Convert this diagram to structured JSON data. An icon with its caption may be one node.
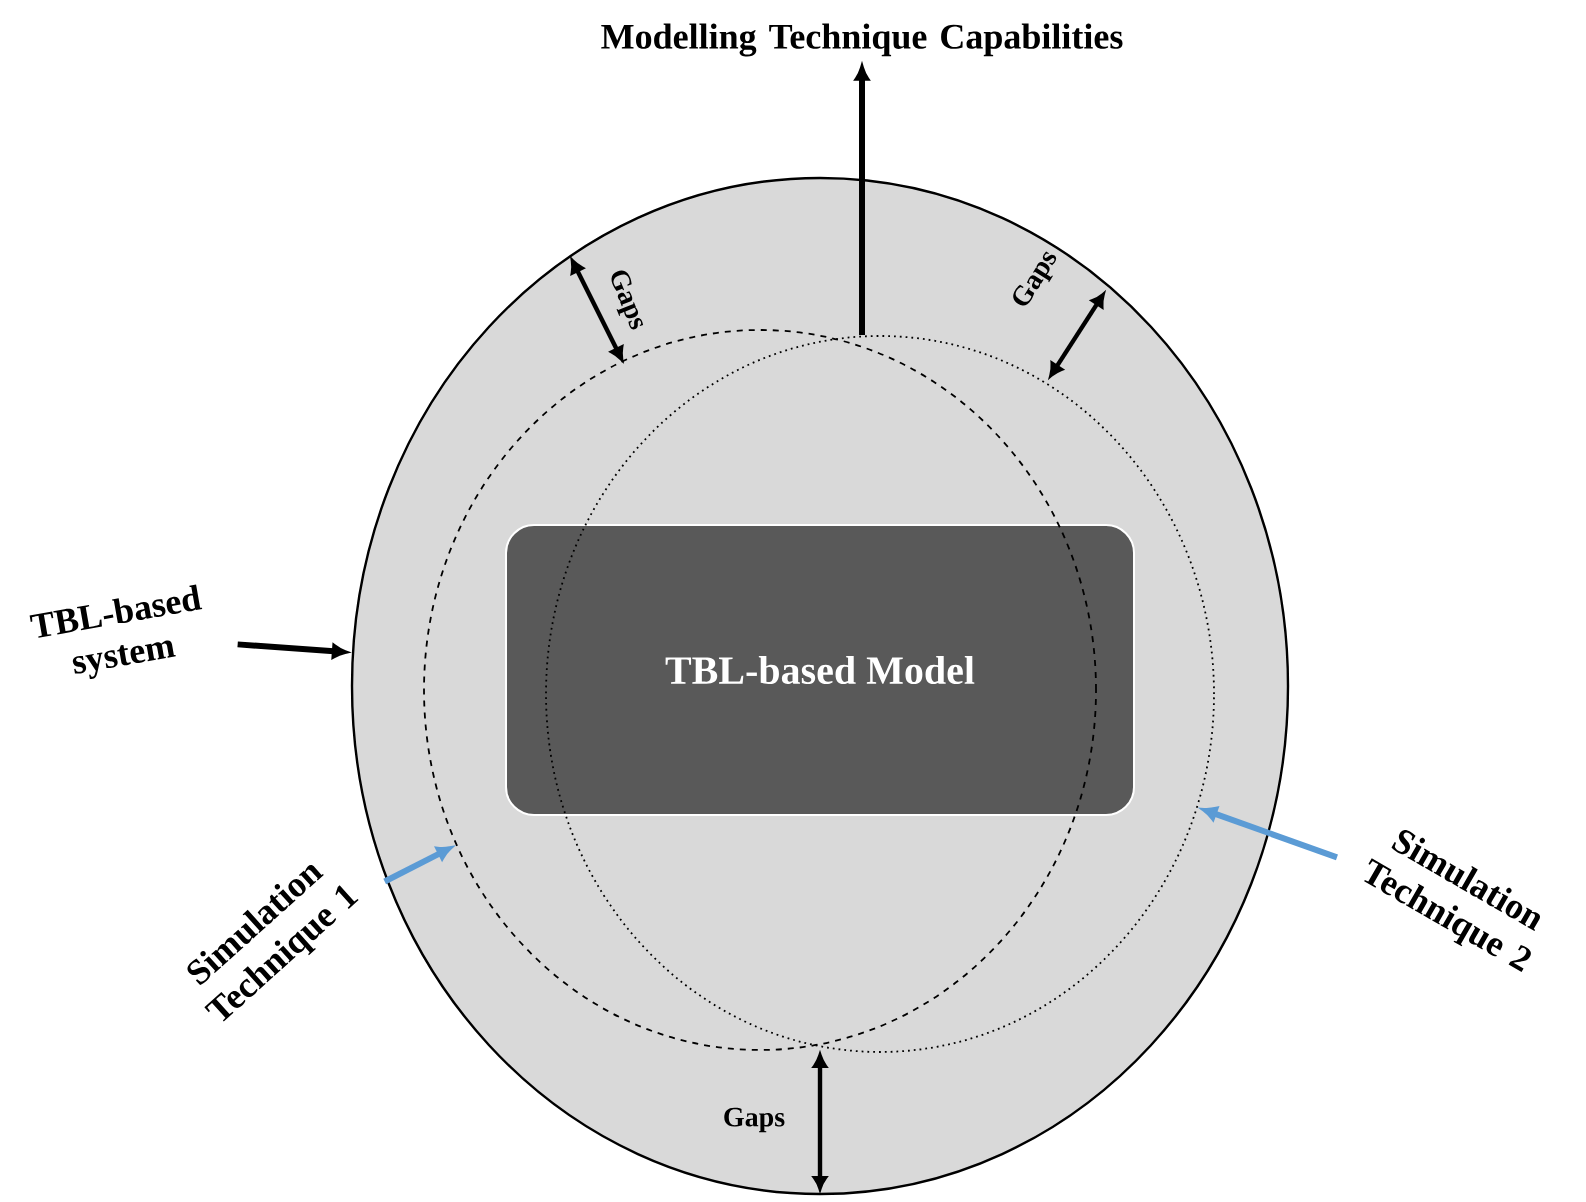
{
  "diagram": {
    "nodes": [
      {
        "text": [
          "TBL-based system"
        ]
      },
      {
        "text": [],
        "shape": "circle"
      },
      {
        "text": [],
        "shape": "circle",
        "in": 1
      },
      {
        "text": [],
        "shape": "circle",
        "in": 1
      },
      {
        "text": [
          "TBL-based Model"
        ],
        "in": 1
      },
      {
        "text": [
          "Modelling Technique Capabilities"
        ]
      },
      {
        "text": [
          "Simulation Technique 1"
        ]
      },
      {
        "text": [
          "Simulation Technique 2"
        ]
      }
    ],
    "edges": [
      {
        "from": 0,
        "to": 1,
        "arrow": "to"
      },
      {
        "from": 3,
        "to": 5,
        "arrow": "to"
      },
      {
        "from": 6,
        "to": 2,
        "arrow": "to",
        "color": "#5b9bd5"
      },
      {
        "from": 7,
        "to": 3,
        "arrow": "to",
        "color": "#5b9bd5"
      }
    ],
    "labels": [
      "Gaps",
      "Gaps",
      "Gaps"
    ]
  }
}
